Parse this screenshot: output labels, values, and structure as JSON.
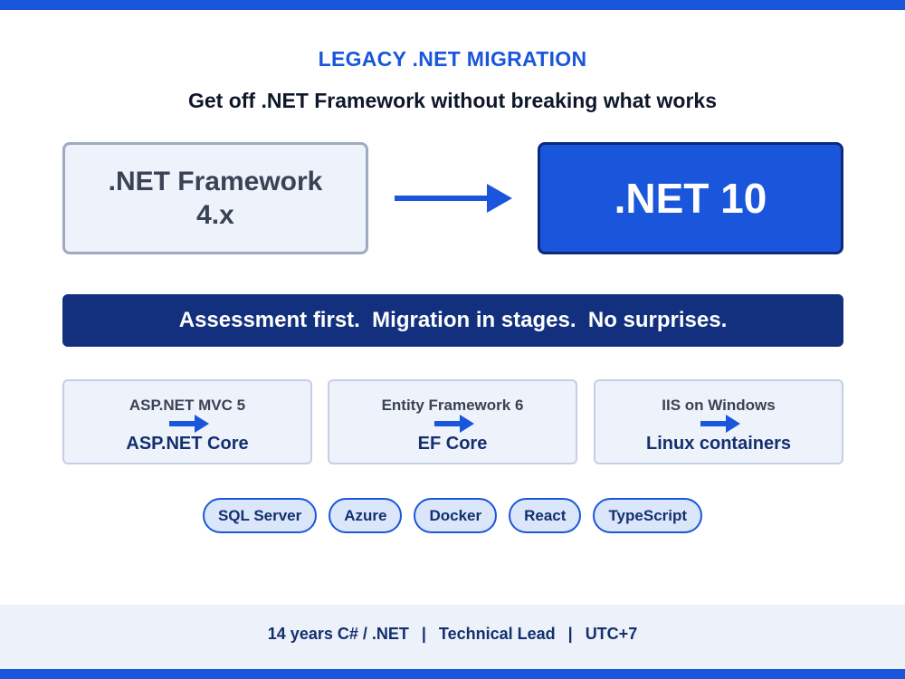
{
  "colors": {
    "accent": "#1a56db",
    "navy": "#12307d",
    "text_dark": "#0f172a",
    "muted": "#3a4256",
    "panel_bg": "#eef2fa",
    "panel_border": "#9eaac2",
    "pill_bg": "#dbe6fb"
  },
  "header": {
    "eyebrow": "LEGACY .NET MIGRATION",
    "headline": "Get off .NET Framework without breaking what works"
  },
  "migration": {
    "from_line1": ".NET Framework",
    "from_line2": "4.x",
    "to": ".NET 10",
    "arrow_icon": "arrow-right-icon"
  },
  "tagline": "Assessment first.  Migration in stages.  No surprises.",
  "cards": [
    {
      "from": "ASP.NET MVC 5",
      "to": "ASP.NET Core",
      "icon": "arrow-right-icon"
    },
    {
      "from": "Entity Framework 6",
      "to": "EF Core",
      "icon": "arrow-right-icon"
    },
    {
      "from": "IIS on Windows",
      "to": "Linux containers",
      "icon": "arrow-right-icon"
    }
  ],
  "tags": [
    "SQL Server",
    "Azure",
    "Docker",
    "React",
    "TypeScript"
  ],
  "footer": {
    "experience": "14 years C# / .NET",
    "role": "Technical Lead",
    "timezone": "UTC+7",
    "separator": "|"
  }
}
